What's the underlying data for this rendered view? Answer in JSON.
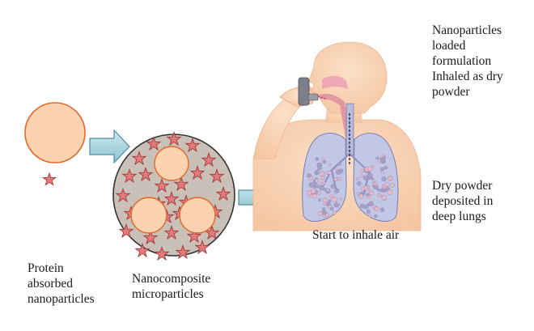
{
  "labels": {
    "protein": "Protein\nabsorbed\nnanoparticles",
    "nanocomposite": "Nanocomposite\nmicroparticles",
    "inhale": "Start to inhale air",
    "formulation": "Nanoparticles\nloaded\nformulation\nInhaled as dry\npowder",
    "deposited": "Dry powder\ndeposited in\ndeep lungs"
  },
  "colors": {
    "nanoparticle_fill": "#fcd2b0",
    "nanoparticle_stroke": "#e06a2a",
    "protein_star_fill": "#e07c7c",
    "protein_star_stroke": "#a83a3a",
    "microparticle_fill": "#c9c1b8",
    "microparticle_stroke": "#333333",
    "arrow_fill": "#a8d4dc",
    "arrow_stroke": "#4a8e9e",
    "skin": "#f9d2b3",
    "lung_fill": "#c3c7e6",
    "airway": "#d98aa0"
  },
  "icons": [
    "nanoparticle-icon",
    "protein-star-icon",
    "nanocomposite-microparticle-icon",
    "arrow-icon",
    "person-inhaler-icon",
    "lungs-icon",
    "inhaler-icon"
  ]
}
